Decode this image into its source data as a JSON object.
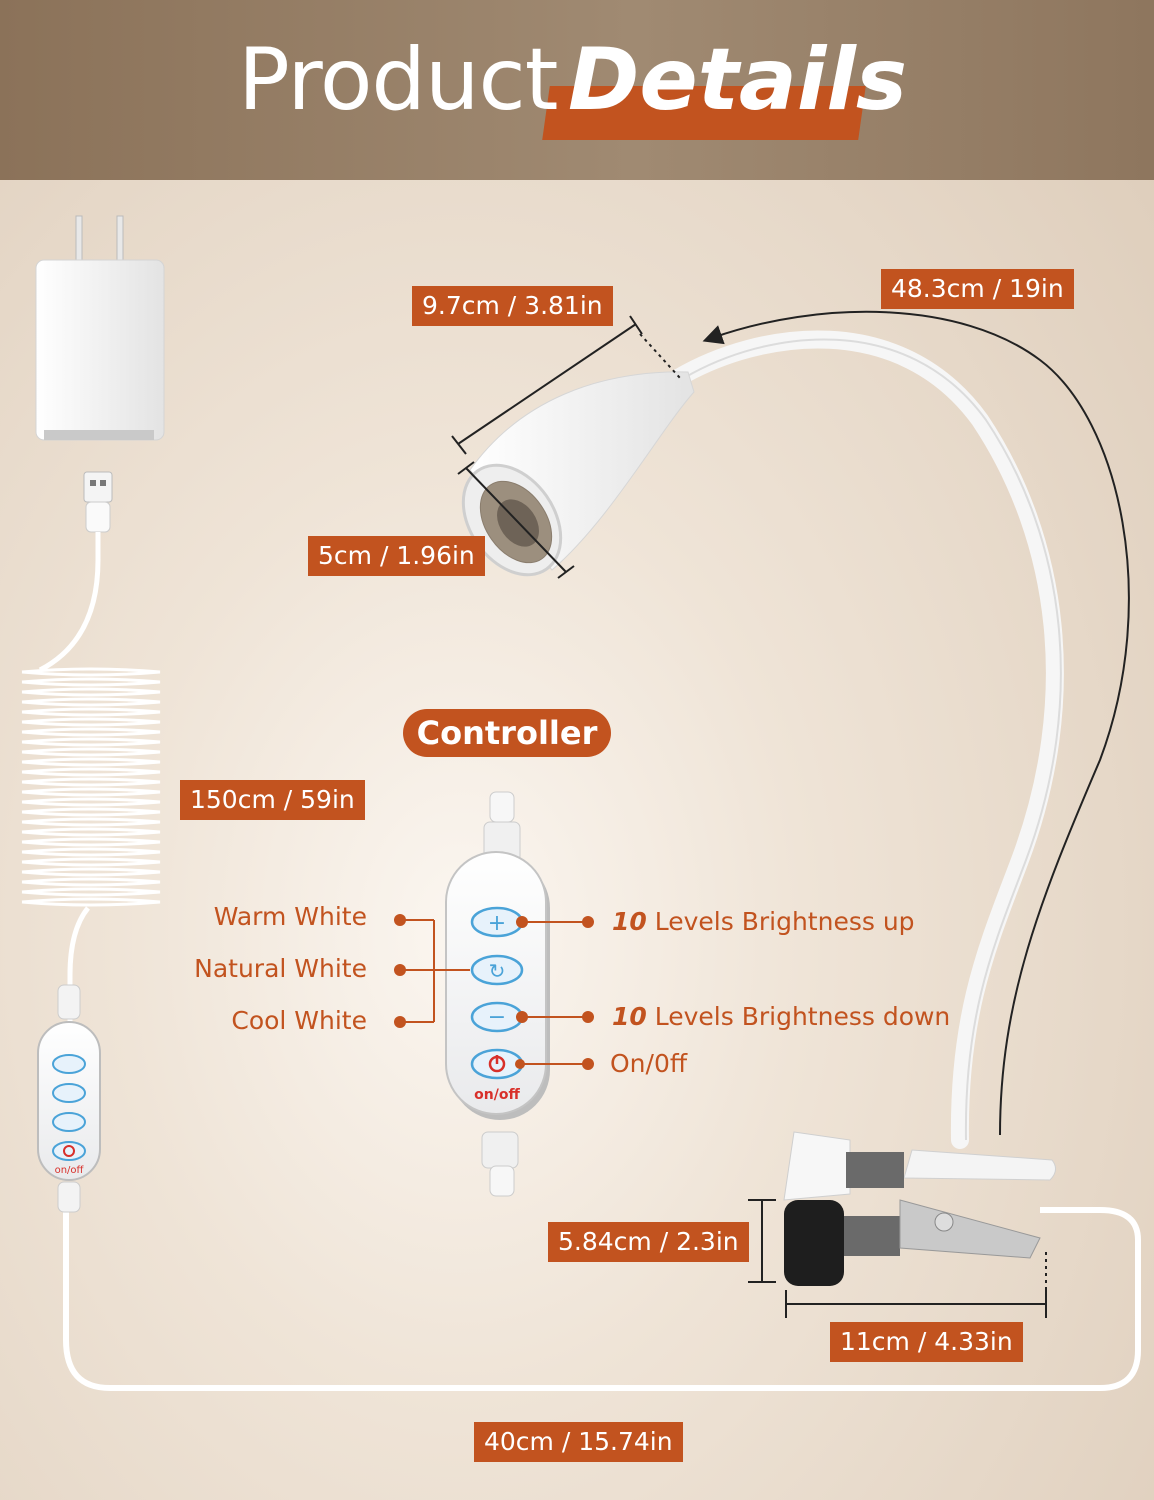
{
  "header": {
    "title_plain": "Product",
    "title_bold": "Details"
  },
  "dimensions": {
    "head_length": "9.7cm / 3.81in",
    "arm_length": "48.3cm / 19in",
    "head_diameter": "5cm / 1.96in",
    "cord_coil": "150cm / 59in",
    "clip_height": "5.84cm / 2.3in",
    "clip_width": "11cm / 4.33in",
    "cable_bottom": "40cm / 15.74in"
  },
  "controller": {
    "title": "Controller",
    "left_labels": [
      "Warm White",
      "Natural White",
      "Cool White"
    ],
    "right_labels": [
      {
        "number": "10",
        "text": " Levels Brightness up"
      },
      {
        "number": "10",
        "text": " Levels Brightness down"
      },
      {
        "number": "",
        "text": "On/0ff"
      }
    ],
    "onoff_text": "on/off"
  },
  "small_controller": {
    "onoff_text": "on/off"
  },
  "colors": {
    "accent": "#c2531f",
    "button_blue": "#4aa3d8",
    "power_red": "#d8302a"
  },
  "icons": [
    "plus-icon",
    "cycle-icon",
    "minus-icon",
    "power-icon"
  ]
}
